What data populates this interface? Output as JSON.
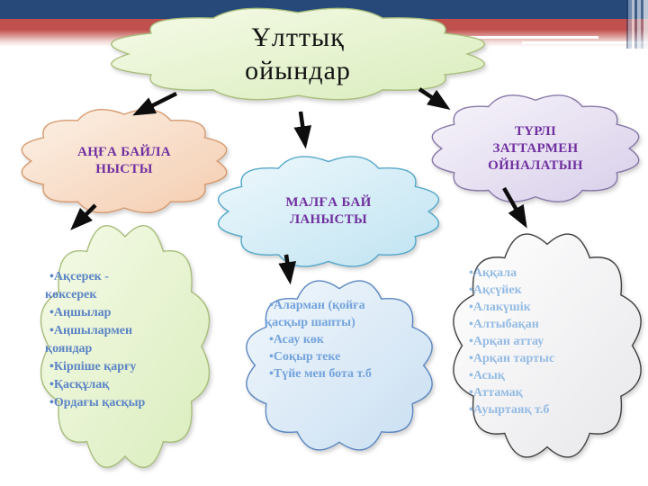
{
  "slide": {
    "title": {
      "line1": "Ұлттық",
      "line2": "ойындар"
    },
    "branches": [
      {
        "label": "АҢҒА БАЙЛАНЫСТЫ"
      },
      {
        "label": "МАЛҒА БАЙЛАНЫСТЫ"
      },
      {
        "label": "ТҮРЛІ ЗАТТАРМЕН ОЙНАЛАТЫН"
      }
    ],
    "hunting_games": [
      "Ақсерек - көксерек",
      "Аңшылар",
      "Аңшылармен қояндар",
      "Кірпіше қарғу",
      "Қасқұлақ",
      "Ордағы қасқыр"
    ],
    "livestock_games": [
      "Аларман (қойға қасқыр шапты)",
      "Асау көк",
      "Соқыр теке",
      "Түйе мен бота т.б"
    ],
    "object_games": [
      "Аққала",
      "Ақсүйек",
      "Алакүшік",
      "Алтыбақан",
      "Арқан аттау",
      "Арқан тартыс",
      "Асық",
      "Аттамақ",
      "Ауыртаяқ т.б"
    ],
    "colors": {
      "header_bar": "#26497A",
      "header_stripe": "#C0504D",
      "title_cloud_fill": "#E6F2CE",
      "hunting_cloud_fill": "#F7D7C0",
      "livestock_cloud_fill": "#CCE8F6",
      "objects_cloud_fill": "#DFD6EE",
      "branch_text": "#7030A0",
      "list_text_hunting": "#5B84C5",
      "list_text_livestock": "#74A3DC",
      "list_text_objects": "#94BBE4",
      "arrow": "#0D0D0D"
    }
  }
}
